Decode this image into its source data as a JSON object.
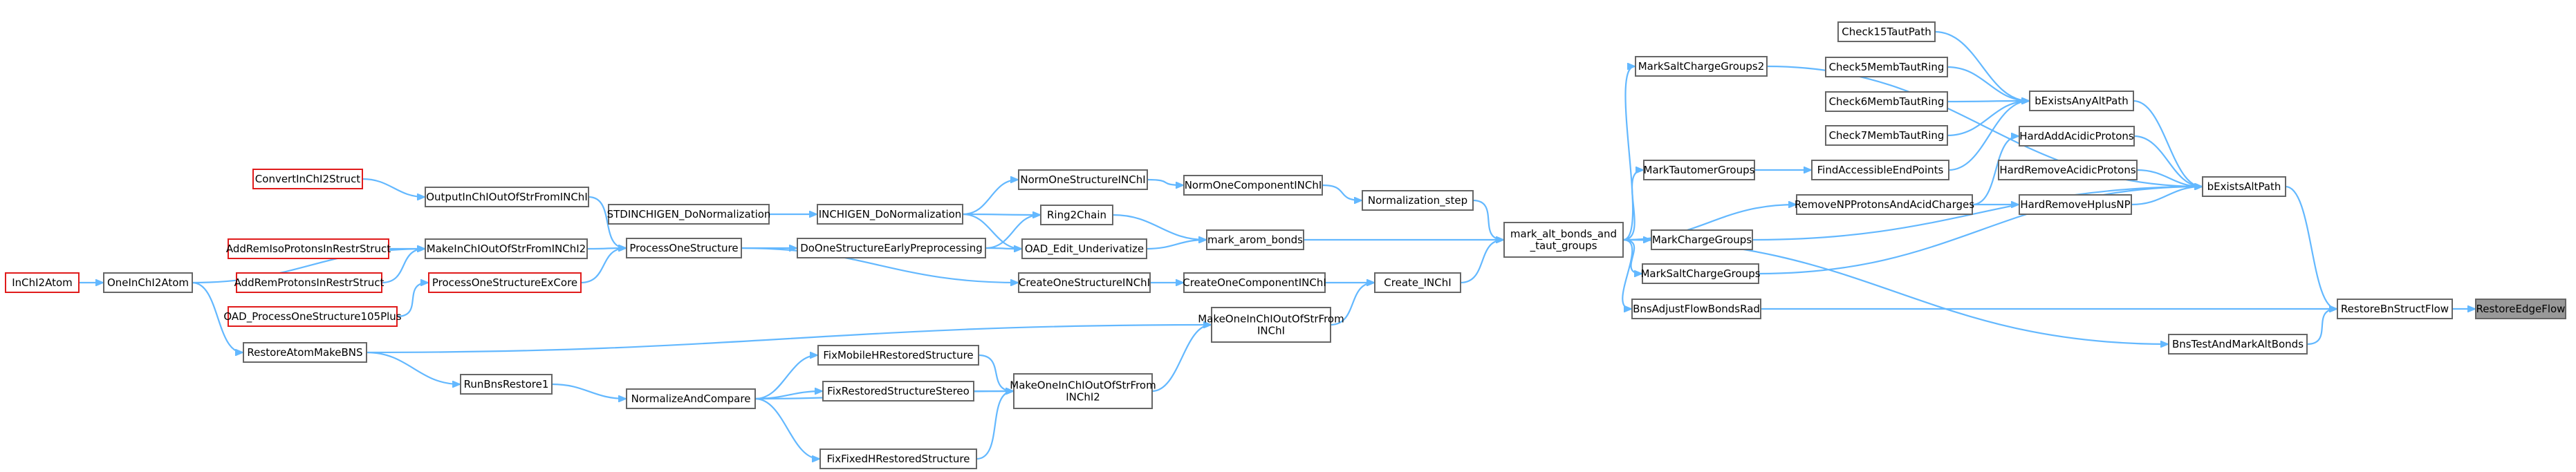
{
  "diagram": {
    "colors": {
      "edge": "#63b8ff",
      "node_border": "#666666",
      "node_border_incomplete": "#e01b1b",
      "highlight_fill": "#999999",
      "background": "#ffffff"
    },
    "nodes": [
      {
        "id": "RestoreEdgeFlow",
        "label": "RestoreEdgeFlow",
        "style": "highlight"
      },
      {
        "id": "RestoreBnStructFlow",
        "label": "RestoreBnStructFlow",
        "style": "normal"
      },
      {
        "id": "bExistsAltPath",
        "label": "bExistsAltPath",
        "style": "normal"
      },
      {
        "id": "BnsTestAndMarkAltBonds",
        "label": "BnsTestAndMarkAltBonds",
        "style": "normal"
      },
      {
        "id": "BnsAdjustFlowBondsRad",
        "label": "BnsAdjustFlowBondsRad",
        "style": "normal"
      },
      {
        "id": "bExistsAnyAltPath",
        "label": "bExistsAnyAltPath",
        "style": "normal"
      },
      {
        "id": "HardAddAcidicProtons",
        "label": "HardAddAcidicProtons",
        "style": "normal"
      },
      {
        "id": "HardRemoveAcidicProtons",
        "label": "HardRemoveAcidicProtons",
        "style": "normal"
      },
      {
        "id": "HardRemoveHplusNP",
        "label": "HardRemoveHplusNP",
        "style": "normal"
      },
      {
        "id": "MarkChargeGroups",
        "label": "MarkChargeGroups",
        "style": "normal"
      },
      {
        "id": "MarkSaltChargeGroups",
        "label": "MarkSaltChargeGroups",
        "style": "normal"
      },
      {
        "id": "MarkSaltChargeGroups2",
        "label": "MarkSaltChargeGroups2",
        "style": "normal"
      },
      {
        "id": "MarkTautomerGroups",
        "label": "MarkTautomerGroups",
        "style": "normal"
      },
      {
        "id": "RemoveNPProtonsAndAcidCharges",
        "label": "RemoveNPProtonsAndAcidCharges",
        "style": "normal"
      },
      {
        "id": "Check15TautPath",
        "label": "Check15TautPath",
        "style": "normal"
      },
      {
        "id": "Check5MembTautRing",
        "label": "Check5MembTautRing",
        "style": "normal"
      },
      {
        "id": "Check6MembTautRing",
        "label": "Check6MembTautRing",
        "style": "normal"
      },
      {
        "id": "Check7MembTautRing",
        "label": "Check7MembTautRing",
        "style": "normal"
      },
      {
        "id": "FindAccessibleEndPoints",
        "label": "FindAccessibleEndPoints",
        "style": "normal"
      },
      {
        "id": "mark_alt_bonds_and_taut_groups",
        "label": "mark_alt_bonds_and\n_taut_groups",
        "style": "normal"
      },
      {
        "id": "Create_INChI",
        "label": "Create_INChI",
        "style": "normal"
      },
      {
        "id": "Normalization_step",
        "label": "Normalization_step",
        "style": "normal"
      },
      {
        "id": "mark_arom_bonds",
        "label": "mark_arom_bonds",
        "style": "normal"
      },
      {
        "id": "CreateOneComponentINChI",
        "label": "CreateOneComponentINChI",
        "style": "normal"
      },
      {
        "id": "MakeOneInChIOutOfStrFromINChI",
        "label": "MakeOneInChIOutOfStrFrom\nINChI",
        "style": "normal"
      },
      {
        "id": "MakeOneInChIOutOfStrFromINChI2",
        "label": "MakeOneInChIOutOfStrFrom\nINChI2",
        "style": "normal"
      },
      {
        "id": "NormOneComponentINChI",
        "label": "NormOneComponentINChI",
        "style": "normal"
      },
      {
        "id": "NormOneStructureINChI",
        "label": "NormOneStructureINChI",
        "style": "normal"
      },
      {
        "id": "Ring2Chain",
        "label": "Ring2Chain",
        "style": "normal"
      },
      {
        "id": "OAD_Edit_Underivatize",
        "label": "OAD_Edit_Underivatize",
        "style": "normal"
      },
      {
        "id": "CreateOneStructureINChI",
        "label": "CreateOneStructureINChI",
        "style": "normal"
      },
      {
        "id": "INCHIGEN_DoNormalization",
        "label": "INCHIGEN_DoNormalization",
        "style": "normal"
      },
      {
        "id": "DoOneStructureEarlyPreprocessing",
        "label": "DoOneStructureEarlyPreprocessing",
        "style": "normal"
      },
      {
        "id": "STDINCHIGEN_DoNormalization",
        "label": "STDINCHIGEN_DoNormalization",
        "style": "normal"
      },
      {
        "id": "ProcessOneStructure",
        "label": "ProcessOneStructure",
        "style": "normal"
      },
      {
        "id": "OutputInChIOutOfStrFromINChI",
        "label": "OutputInChIOutOfStrFromINChI",
        "style": "normal"
      },
      {
        "id": "MakeInChIOutOfStrFromINChI2",
        "label": "MakeInChIOutOfStrFromINChI2",
        "style": "normal"
      },
      {
        "id": "ProcessOneStructureExCore",
        "label": "ProcessOneStructureExCore",
        "style": "incomplete"
      },
      {
        "id": "ConvertInChI2Struct",
        "label": "ConvertInChI2Struct",
        "style": "incomplete"
      },
      {
        "id": "AddRemIsoProtonsInRestrStruct",
        "label": "AddRemIsoProtonsInRestrStruct",
        "style": "incomplete"
      },
      {
        "id": "AddRemProtonsInRestrStruct",
        "label": "AddRemProtonsInRestrStruct",
        "style": "incomplete"
      },
      {
        "id": "OAD_ProcessOneStructure105Plus",
        "label": "OAD_ProcessOneStructure105Plus",
        "style": "incomplete"
      },
      {
        "id": "OneInChI2Atom",
        "label": "OneInChI2Atom",
        "style": "normal"
      },
      {
        "id": "InChI2Atom",
        "label": "InChI2Atom",
        "style": "incomplete"
      },
      {
        "id": "RestoreAtomMakeBNS",
        "label": "RestoreAtomMakeBNS",
        "style": "normal"
      },
      {
        "id": "RunBnsRestore1",
        "label": "RunBnsRestore1",
        "style": "normal"
      },
      {
        "id": "NormalizeAndCompare",
        "label": "NormalizeAndCompare",
        "style": "normal"
      },
      {
        "id": "FixMobileHRestoredStructure",
        "label": "FixMobileHRestoredStructure",
        "style": "normal"
      },
      {
        "id": "FixRestoredStructureStereo",
        "label": "FixRestoredStructureStereo",
        "style": "normal"
      },
      {
        "id": "FixFixedHRestoredStructure",
        "label": "FixFixedHRestoredStructure",
        "style": "normal"
      }
    ]
  }
}
